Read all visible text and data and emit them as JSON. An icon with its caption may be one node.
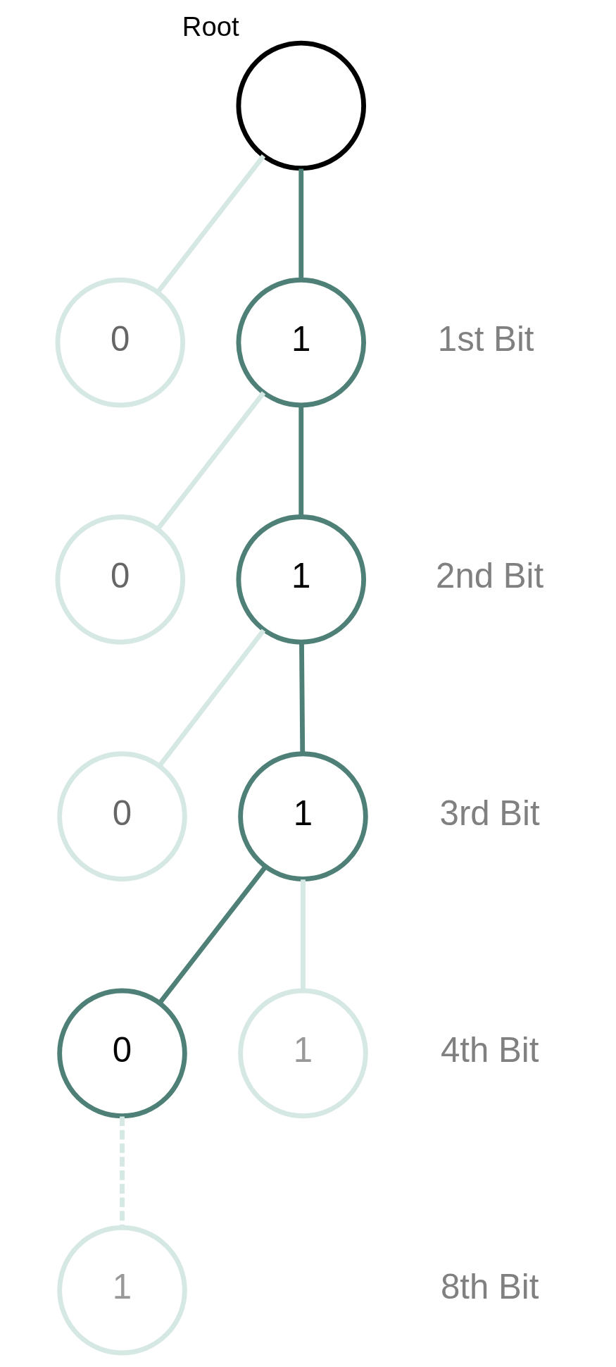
{
  "diagram": {
    "nodes": [
      {
        "text": [
          "Root"
        ]
      },
      {
        "text": [
          "0"
        ]
      },
      {
        "text": [
          "1"
        ]
      },
      {
        "text": [
          "0"
        ]
      },
      {
        "text": [
          "1"
        ]
      },
      {
        "text": [
          "0"
        ]
      },
      {
        "text": [
          "1"
        ]
      },
      {
        "text": [
          "0"
        ]
      },
      {
        "text": [
          "1"
        ]
      },
      {
        "text": [
          "1"
        ]
      }
    ],
    "edges": [
      {
        "from": 0,
        "to": 1,
        "arrow": "none"
      },
      {
        "from": 0,
        "to": 2,
        "arrow": "none",
        "color": "#4e8077"
      },
      {
        "from": 2,
        "to": 3,
        "arrow": "none"
      },
      {
        "from": 2,
        "to": 4,
        "arrow": "none",
        "color": "#4e8077"
      },
      {
        "from": 4,
        "to": 5,
        "arrow": "none"
      },
      {
        "from": 4,
        "to": 6,
        "arrow": "none",
        "color": "#4e8077"
      },
      {
        "from": 6,
        "to": 7,
        "arrow": "none",
        "color": "#4e8077"
      },
      {
        "from": 6,
        "to": 8,
        "arrow": "none"
      },
      {
        "from": 7,
        "to": 9,
        "arrow": "none",
        "style": "dashed"
      }
    ],
    "labels": [
      "1st Bit",
      "2nd Bit",
      "3rd Bit",
      "4th Bit",
      "8th Bit"
    ]
  }
}
